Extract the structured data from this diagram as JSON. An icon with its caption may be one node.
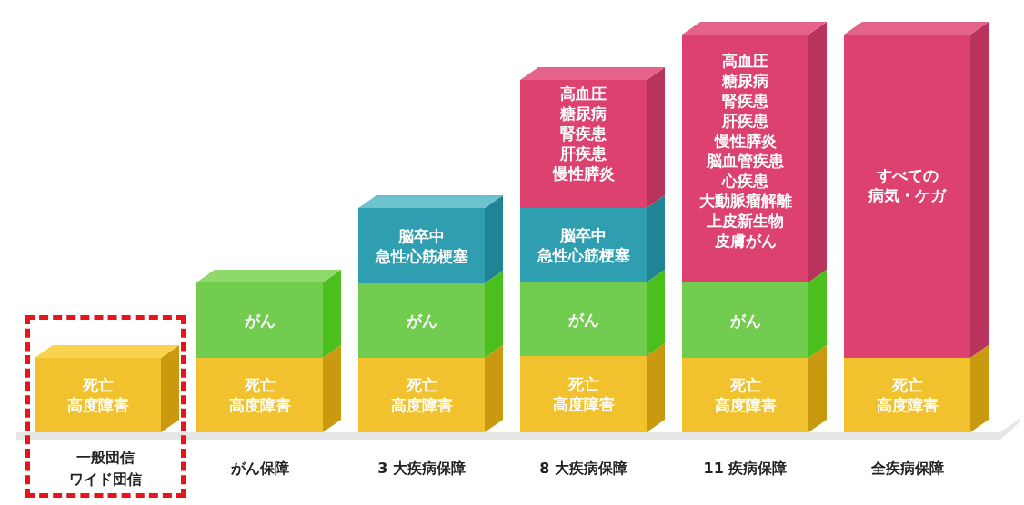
{
  "diagram": {
    "nodes": [
      {
        "text": [
          "一般団信",
          "ワイド団信"
        ]
      },
      {
        "text": [
          "死亡",
          "高度障害"
        ],
        "in": 0
      },
      {
        "text": [
          "がん"
        ]
      },
      {
        "text": [
          "死亡",
          "高度障害"
        ]
      },
      {
        "text": [
          "脳卒中",
          "急性心筋梗塞"
        ]
      },
      {
        "text": [
          "がん"
        ]
      },
      {
        "text": [
          "死亡",
          "高度障害"
        ]
      },
      {
        "text": [
          "高血圧",
          "糖尿病",
          "腎疾患",
          "肝疾患",
          "慢性膵炎"
        ]
      },
      {
        "text": [
          "脳卒中",
          "急性心筋梗塞"
        ]
      },
      {
        "text": [
          "がん"
        ]
      },
      {
        "text": [
          "死亡",
          "高度障害"
        ]
      },
      {
        "text": [
          "高血圧",
          "糖尿病",
          "腎疾患",
          "肝疾患",
          "慢性膵炎",
          "脳血管疾患",
          "心疾患",
          "大動脈瘤解離",
          "上皮新生物",
          "皮膚がん"
        ]
      },
      {
        "text": [
          "がん"
        ]
      },
      {
        "text": [
          "死亡",
          "高度障害"
        ]
      },
      {
        "text": [
          "すべての",
          "病気・ケガ"
        ]
      },
      {
        "text": [
          "死亡",
          "高度障害"
        ]
      },
      {
        "text": [],
        "shape": "bar"
      }
    ],
    "labels": [
      "がん保障",
      "3 大疾病保障",
      "8 大疾病保障",
      "11 疾病保障",
      "全疾病保障"
    ]
  }
}
